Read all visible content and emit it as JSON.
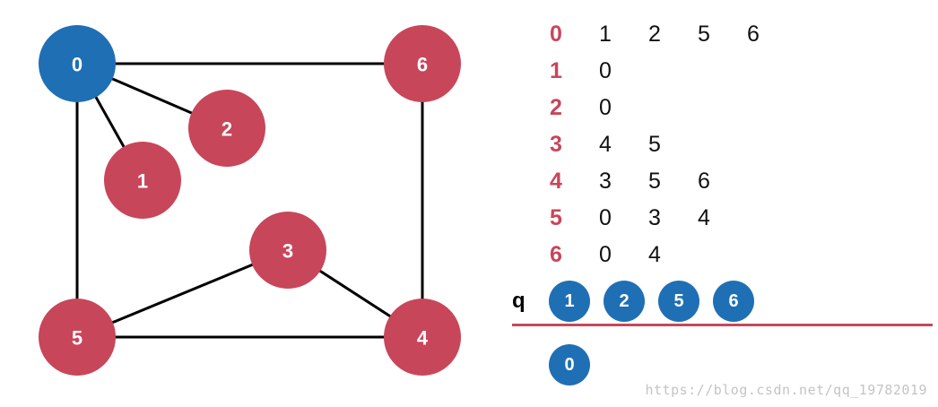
{
  "colors": {
    "visited": "#1f6fb5",
    "unvisited": "#c8465a",
    "edge": "#000000",
    "divider": "#c8465a"
  },
  "graph": {
    "nodes": [
      {
        "id": "0",
        "state": "visited"
      },
      {
        "id": "1",
        "state": "unvisited"
      },
      {
        "id": "2",
        "state": "unvisited"
      },
      {
        "id": "3",
        "state": "unvisited"
      },
      {
        "id": "4",
        "state": "unvisited"
      },
      {
        "id": "5",
        "state": "unvisited"
      },
      {
        "id": "6",
        "state": "unvisited"
      }
    ],
    "edges": [
      [
        "0",
        "6"
      ],
      [
        "0",
        "2"
      ],
      [
        "0",
        "1"
      ],
      [
        "0",
        "5"
      ],
      [
        "6",
        "4"
      ],
      [
        "3",
        "5"
      ],
      [
        "3",
        "4"
      ],
      [
        "5",
        "4"
      ]
    ]
  },
  "adjacency": [
    {
      "vertex": "0",
      "neighbors": [
        "1",
        "2",
        "5",
        "6"
      ]
    },
    {
      "vertex": "1",
      "neighbors": [
        "0"
      ]
    },
    {
      "vertex": "2",
      "neighbors": [
        "0"
      ]
    },
    {
      "vertex": "3",
      "neighbors": [
        "4",
        "5"
      ]
    },
    {
      "vertex": "4",
      "neighbors": [
        "3",
        "5",
        "6"
      ]
    },
    {
      "vertex": "5",
      "neighbors": [
        "0",
        "3",
        "4"
      ]
    },
    {
      "vertex": "6",
      "neighbors": [
        "0",
        "4"
      ]
    }
  ],
  "queue": {
    "label": "q",
    "items": [
      "1",
      "2",
      "5",
      "6"
    ]
  },
  "visited_list": [
    "0"
  ],
  "watermark": "https://blog.csdn.net/qq_19782019"
}
